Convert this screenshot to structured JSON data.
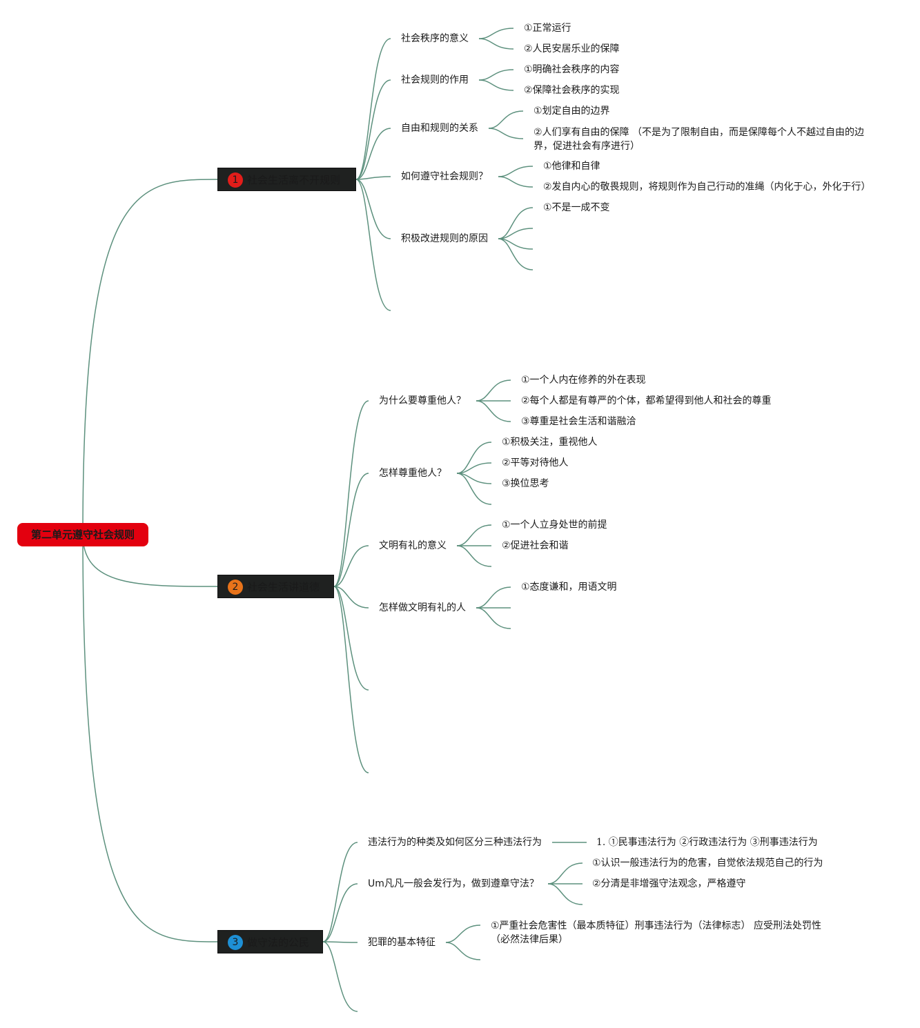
{
  "colors": {
    "root": "#e3000f",
    "topic_bg": "#1f2120",
    "line": "#5c907d",
    "badge1": "#e31d1a",
    "badge2": "#e8731a",
    "badge3": "#1e90d6"
  },
  "root": "第二单元遵守社会规则",
  "topics": [
    {
      "num": "1",
      "title": "社会生活离不开规则",
      "branches": [
        {
          "label": "社会秩序的意义",
          "leaves": [
            "①正常运行",
            "②人民安居乐业的保障"
          ]
        },
        {
          "label": "社会规则的作用",
          "leaves": [
            "①明确社会秩序的内容",
            "②保障社会秩序的实现"
          ]
        },
        {
          "label": "自由和规则的关系",
          "leaves": [
            "①划定自由的边界",
            "②人们享有自由的保障 （不是为了限制自由，而是保障每个人不越过自由的边界，促进社会有序进行）"
          ]
        },
        {
          "label": "如何遵守社会规则？",
          "leaves": [
            "①他律和自律",
            "②发自内心的敬畏规则，将规则作为自己行动的准绳（内化于心，外化于行）"
          ]
        },
        {
          "label": "积极改进规则的原因",
          "leaves": [
            "①不是一成不变",
            "",
            "",
            ""
          ]
        },
        {
          "label": "",
          "leaves": []
        }
      ]
    },
    {
      "num": "2",
      "title": "社会生活讲道德",
      "branches": [
        {
          "label": "为什么要尊重他人？",
          "leaves": [
            "①一个人内在修养的外在表现",
            "②每个人都是有尊严的个体，都希望得到他人和社会的尊重",
            "③尊重是社会生活和谐融洽"
          ]
        },
        {
          "label": "怎样尊重他人？",
          "leaves": [
            "①积极关注，重视他人",
            "②平等对待他人",
            "③换位思考",
            ""
          ]
        },
        {
          "label": "文明有礼的意义",
          "leaves": [
            "①一个人立身处世的前提",
            "②促进社会和谐",
            ""
          ]
        },
        {
          "label": "怎样做文明有礼的人",
          "leaves": [
            "①态度谦和，用语文明",
            "",
            ""
          ]
        },
        {
          "label": "",
          "leaves": []
        },
        {
          "label": "",
          "leaves": []
        }
      ]
    },
    {
      "num": "3",
      "title": "做守法的公民",
      "branches": [
        {
          "label": "违法行为的种类及如何区分三种违法行为",
          "leaves": [
            "1. ①民事违法行为 ②行政违法行为 ③刑事违法行为"
          ]
        },
        {
          "label": "Um凡凡一般会发行为，做到遵章守法？",
          "leaves": [
            "①认识一般违法行为的危害，自觉依法规范自己的行为",
            "②分清是非增强守法观念，严格遵守",
            ""
          ]
        },
        {
          "label": "犯罪的基本特征",
          "leaves": [
            "①严重社会危害性（最本质特征）刑事违法行为（法律标志） 应受刑法处罚性（必然法律后果）",
            ""
          ]
        },
        {
          "label": "",
          "leaves": []
        }
      ]
    }
  ]
}
